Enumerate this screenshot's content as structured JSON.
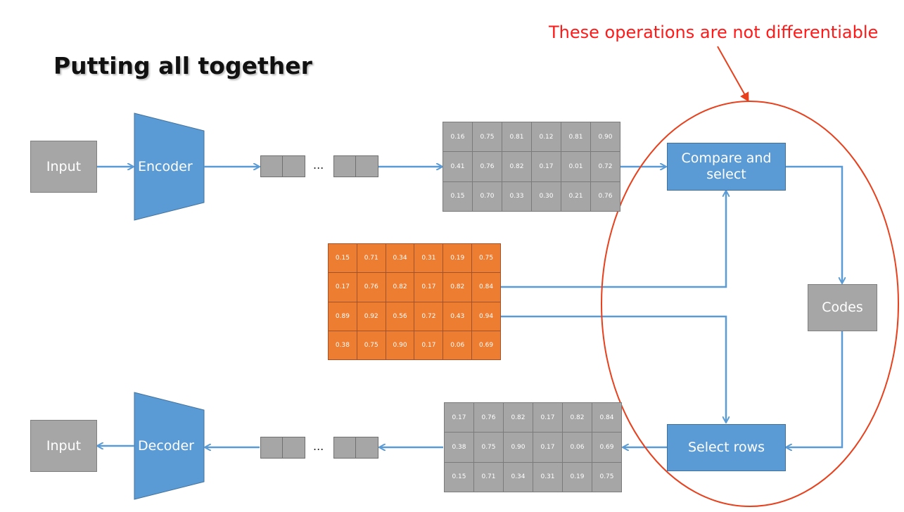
{
  "slide": {
    "title": "Putting all together",
    "note": "These operations are not differentiable"
  },
  "top_row": {
    "input_label": "Input",
    "encoder_label": "Encoder",
    "ellipsis": "...",
    "matrix": [
      [
        "0.16",
        "0.75",
        "0.81",
        "0.12",
        "0.81",
        "0.90"
      ],
      [
        "0.41",
        "0.76",
        "0.82",
        "0.17",
        "0.01",
        "0.72"
      ],
      [
        "0.15",
        "0.70",
        "0.33",
        "0.30",
        "0.21",
        "0.76"
      ]
    ]
  },
  "codebook": {
    "matrix": [
      [
        "0.15",
        "0.71",
        "0.34",
        "0.31",
        "0.19",
        "0.75"
      ],
      [
        "0.17",
        "0.76",
        "0.82",
        "0.17",
        "0.82",
        "0.84"
      ],
      [
        "0.89",
        "0.92",
        "0.56",
        "0.72",
        "0.43",
        "0.94"
      ],
      [
        "0.38",
        "0.75",
        "0.90",
        "0.17",
        "0.06",
        "0.69"
      ]
    ]
  },
  "operations": {
    "compare_label": "Compare and select",
    "codes_label": "Codes",
    "select_rows_label": "Select rows"
  },
  "bottom_row": {
    "input_label": "Input",
    "decoder_label": "Decoder",
    "ellipsis": "...",
    "matrix": [
      [
        "0.17",
        "0.76",
        "0.82",
        "0.17",
        "0.82",
        "0.84"
      ],
      [
        "0.38",
        "0.75",
        "0.90",
        "0.17",
        "0.06",
        "0.69"
      ],
      [
        "0.15",
        "0.71",
        "0.34",
        "0.31",
        "0.19",
        "0.75"
      ]
    ]
  },
  "colors": {
    "grey": "#a6a6a6",
    "blue": "#5b9bd5",
    "orange": "#ed7d31",
    "arrow": "#5b9bd5",
    "annotation": "#ff1a1a"
  }
}
